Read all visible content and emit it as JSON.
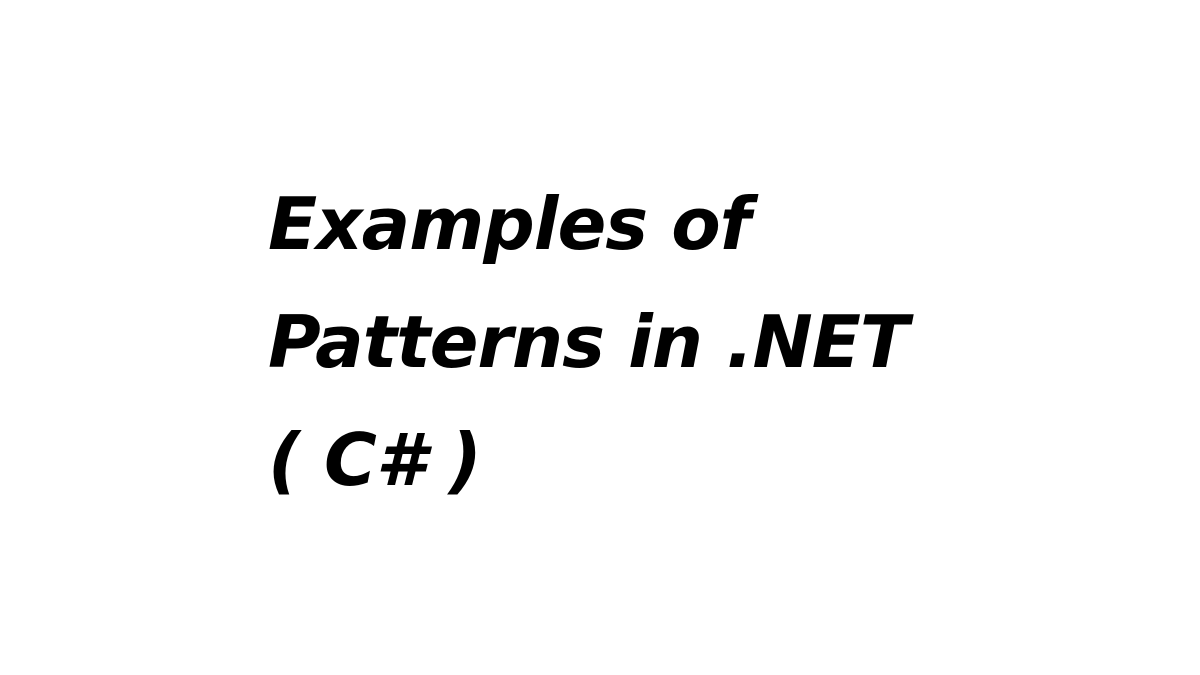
{
  "slide": {
    "title_lines": [
      "Examples of",
      "Patterns in .NET",
      "( C# )"
    ]
  },
  "colors": {
    "background": "#ffffff",
    "text": "#000000"
  }
}
